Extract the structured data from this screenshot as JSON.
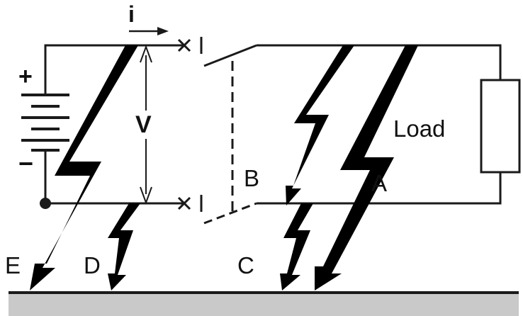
{
  "labels": {
    "current": "i",
    "voltage": "V",
    "plus": "+",
    "minus": "−",
    "load": "Load",
    "a": "A",
    "b": "B",
    "c": "C",
    "d": "D",
    "e": "E"
  },
  "colors": {
    "wire": "#1a1a1a",
    "bolt": "#000000",
    "ground_fill": "#c9c9c9",
    "ground_line": "#1a1a1a",
    "background": "#ffffff"
  }
}
